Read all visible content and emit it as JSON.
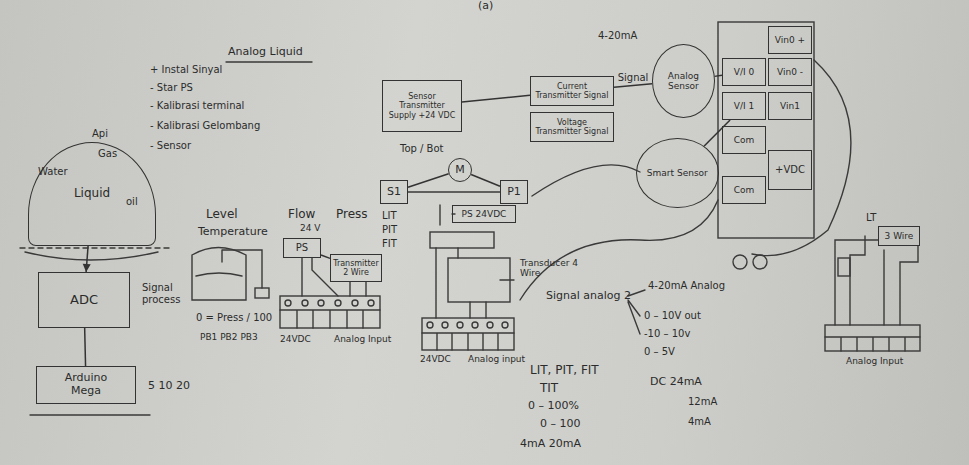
{
  "diagram": {
    "nodes": [
      {
        "text": [
          "Liquid"
        ]
      },
      {
        "text": [
          "ADC"
        ]
      },
      {
        "text": [
          "Arduino",
          "Mega"
        ]
      },
      {
        "text": [
          "PS"
        ]
      },
      {
        "text": [
          "Transmitter 2 Wire"
        ]
      },
      {
        "text": [
          "Sensor Transmitter Supply +24 VDC"
        ]
      },
      {
        "text": [
          "S1"
        ]
      },
      {
        "text": [
          "M"
        ]
      },
      {
        "text": [
          "P1"
        ]
      },
      {
        "text": [
          "PS 24VDC"
        ]
      },
      {
        "text": [
          "Current Transmitter Signal"
        ]
      },
      {
        "text": [
          "Voltage Transmitter Signal"
        ]
      },
      {
        "text": [
          "Analog Sensor"
        ]
      },
      {
        "text": [
          "Smart Sensor"
        ]
      },
      {
        "text": [
          "V/I 0"
        ]
      },
      {
        "text": [
          "V/I 1"
        ]
      },
      {
        "text": [
          "Com"
        ]
      },
      {
        "text": [
          "Com"
        ]
      },
      {
        "text": [
          "Vin0 +"
        ]
      },
      {
        "text": [
          "Vin0 -"
        ]
      },
      {
        "text": [
          "Vin1"
        ]
      },
      {
        "text": [
          "+VDC"
        ]
      },
      {
        "text": [
          "3 Wire"
        ]
      }
    ],
    "edges": [
      {
        "from": 0,
        "to": 1,
        "arrow": "to"
      },
      {
        "from": 1,
        "to": 2,
        "arrow": "none"
      },
      {
        "from": 3,
        "to": 4,
        "arrow": "none"
      },
      {
        "from": 6,
        "to": 7,
        "arrow": "none"
      },
      {
        "from": 7,
        "to": 8,
        "arrow": "none"
      },
      {
        "from": 5,
        "to": 10,
        "arrow": "none"
      },
      {
        "from": 10,
        "to": 12,
        "label": "Signal",
        "arrow": "none"
      },
      {
        "from": 12,
        "to": 14,
        "arrow": "none"
      },
      {
        "from": 13,
        "to": 15,
        "arrow": "none"
      }
    ],
    "labels": [
      "(a)",
      "Analog Liquid",
      "+ Instal Sinyal",
      "- Star PS",
      "- Kalibrasi terminal",
      "- Kalibrasi Gelombang",
      "- Sensor",
      "Api",
      "Gas",
      "Water",
      "oil",
      "Level",
      "Flow",
      "Press",
      "Temperature",
      "Signal process",
      "5 10 20",
      "0 = Press / 100",
      "PB1 PB2 PB3",
      "24 V",
      "24VDC",
      "Analog Input",
      "Top / Bot",
      "LIT",
      "PIT",
      "FIT",
      "Transducer 4 Wire",
      "24VDC",
      "Analog input",
      "4-20mA",
      "Signal analog 2",
      "4-20mA Analog",
      "0 – 10V out",
      "-10 – 10v",
      "0 – 5V",
      "LIT, PIT, FIT",
      "TIT",
      "0 – 100%",
      "0 – 100",
      "4mA 20mA",
      "DC 24mA",
      "12mA",
      "4mA",
      "LT",
      "Analog Input"
    ]
  }
}
